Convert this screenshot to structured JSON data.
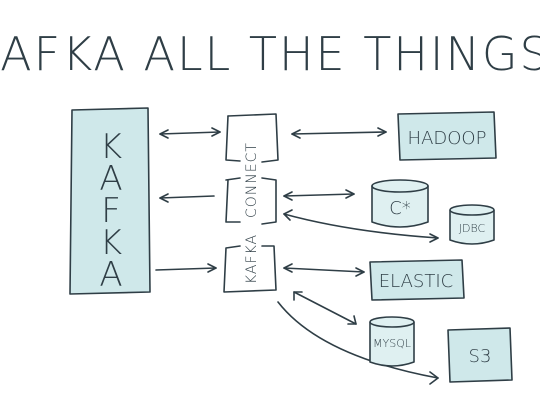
{
  "title": "KAFKA ALL THE THINGS!",
  "kafka": {
    "letters": [
      "K",
      "A",
      "F",
      "K",
      "A"
    ]
  },
  "connect": {
    "label_top": "KAFKA",
    "label_bottom": "CONNECT"
  },
  "targets": {
    "hadoop": "HADOOP",
    "c_star": "C*",
    "jdbc": "JDBC",
    "elastic": "ELASTIC",
    "mysql": "MYSQL",
    "s3": "S3"
  },
  "colors": {
    "ink": "#2f3e46",
    "box_fill": "#cfe8ea"
  }
}
